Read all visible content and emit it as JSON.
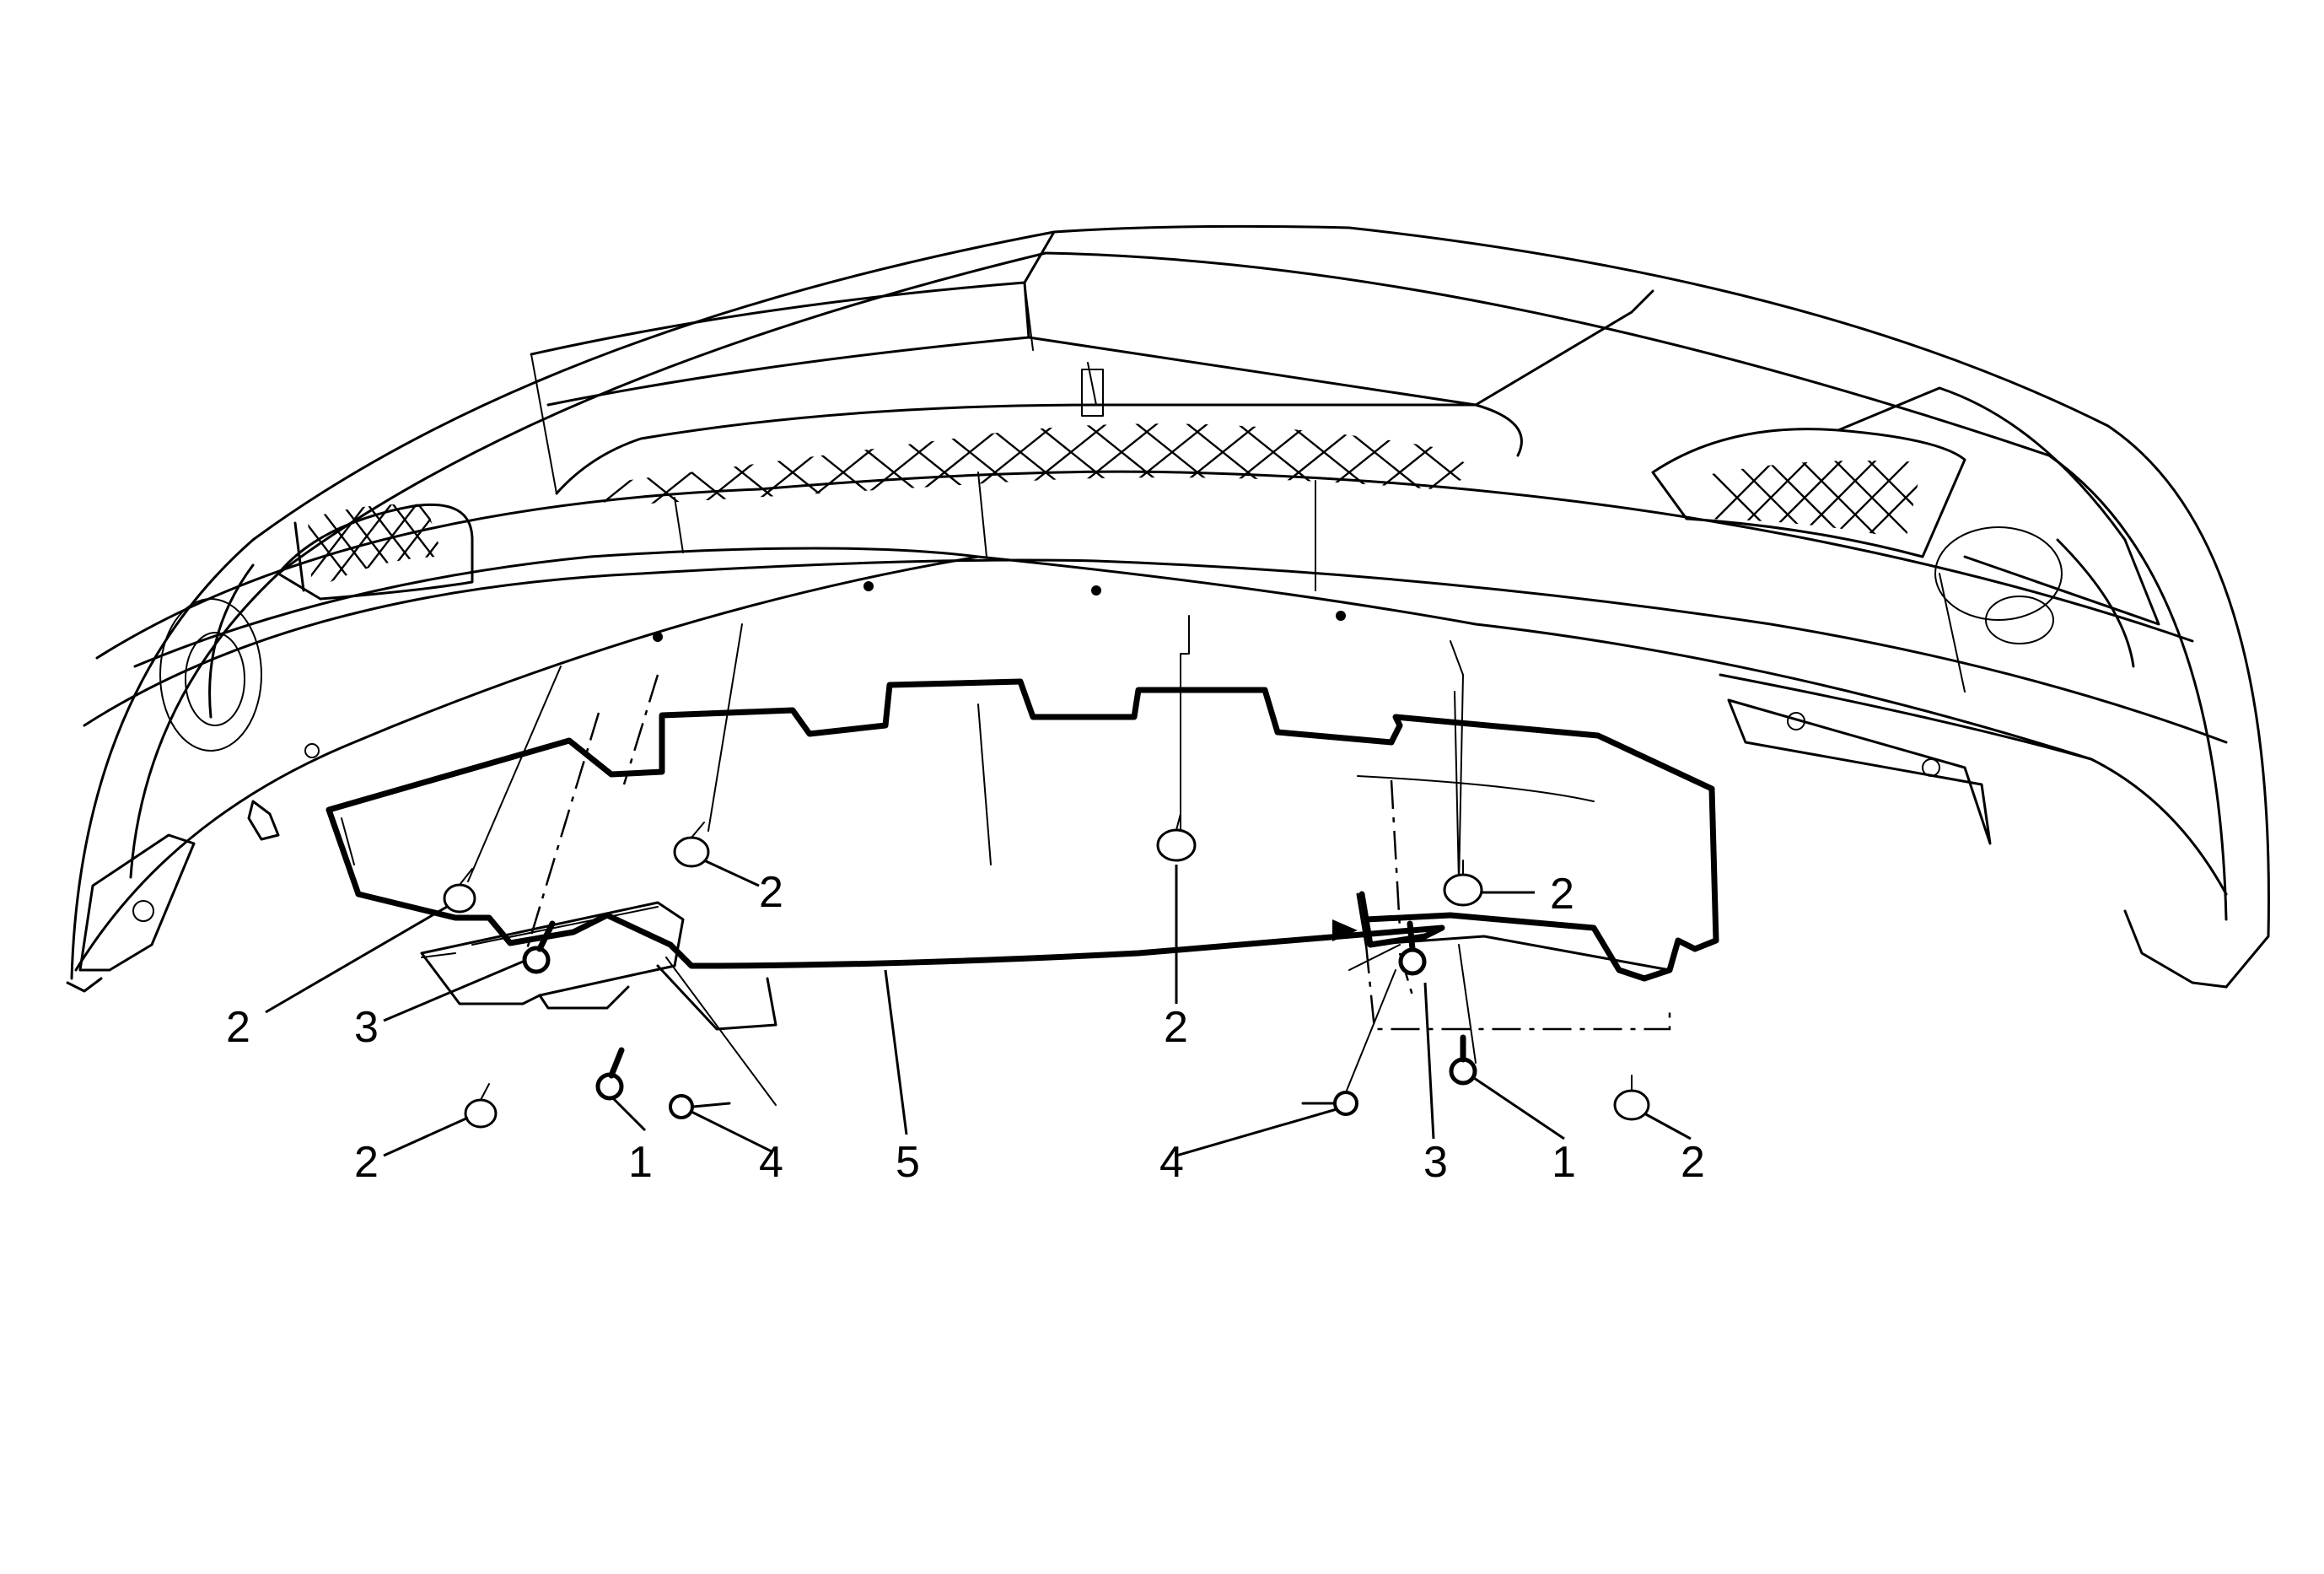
{
  "diagram": {
    "callouts": [
      {
        "id": "c2a",
        "text": "2"
      },
      {
        "id": "c3a",
        "text": "3"
      },
      {
        "id": "c2b",
        "text": "2"
      },
      {
        "id": "c1a",
        "text": "1"
      },
      {
        "id": "c4a",
        "text": "4"
      },
      {
        "id": "c5",
        "text": "5"
      },
      {
        "id": "c2c",
        "text": "2"
      },
      {
        "id": "c2d",
        "text": "2"
      },
      {
        "id": "c2e",
        "text": "2"
      },
      {
        "id": "c4b",
        "text": "4"
      },
      {
        "id": "c3b",
        "text": "3"
      },
      {
        "id": "c1b",
        "text": "1"
      },
      {
        "id": "c2f",
        "text": "2"
      }
    ]
  }
}
